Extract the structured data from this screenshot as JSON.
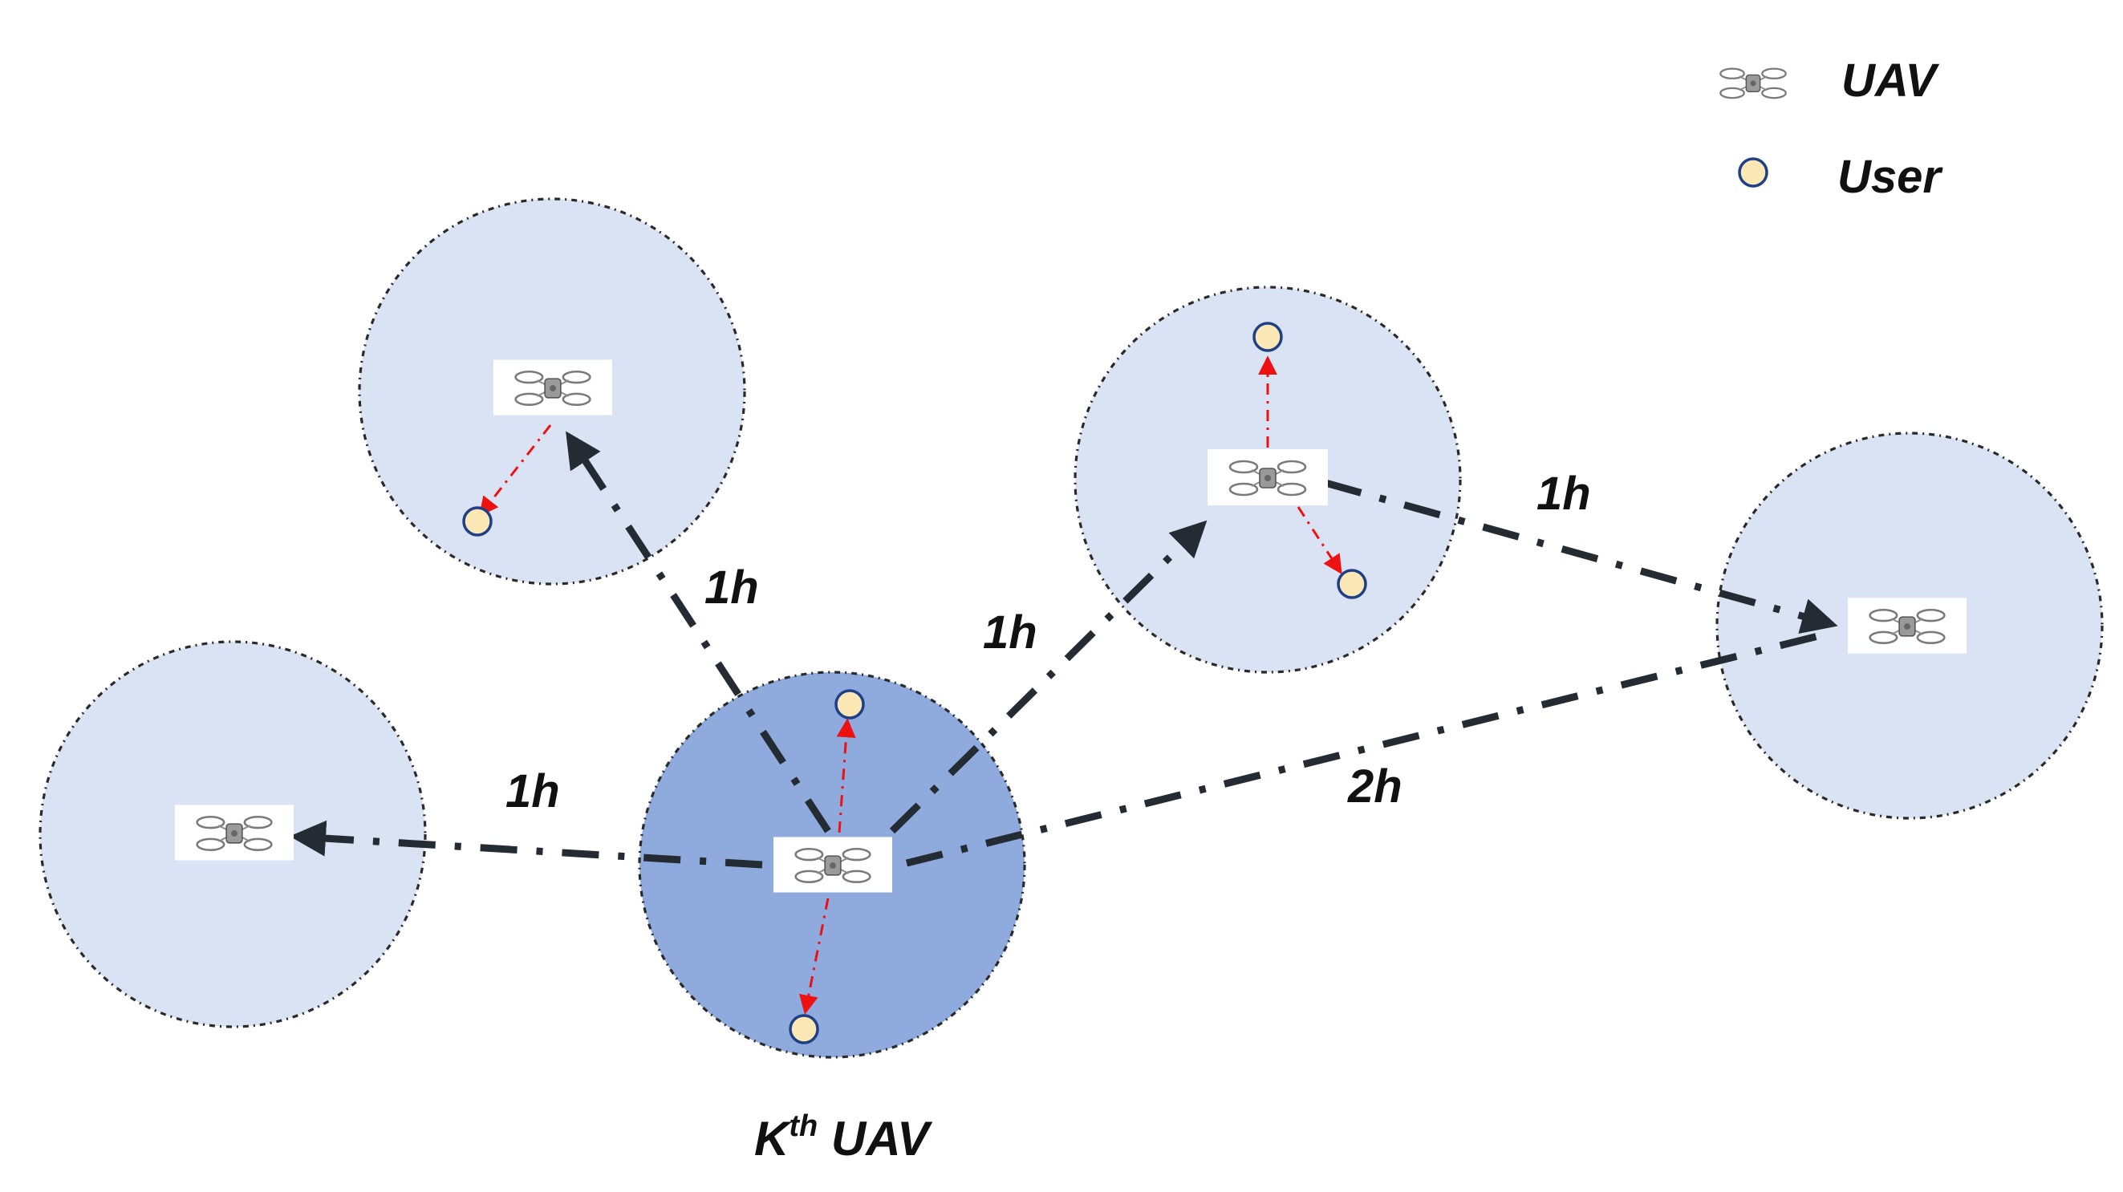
{
  "legend": {
    "uav_label": "UAV",
    "user_label": "User"
  },
  "hops": {
    "upper_left": "1h",
    "to_middle": "1h",
    "middle_to_right": "1h",
    "to_left": "1h",
    "to_right": "2h"
  },
  "caption": {
    "prefix": "K",
    "superscript": "th",
    "suffix": " UAV"
  },
  "colors": {
    "center_cell": "#8faadc",
    "neighbor_cell": "#dae3f3",
    "link": "#242b33",
    "access_link": "#ee1111",
    "user_fill": "#fbe8b4",
    "user_stroke": "#1f3f86"
  },
  "icons": {
    "uav": "drone-icon",
    "user": "user-circle-icon"
  }
}
